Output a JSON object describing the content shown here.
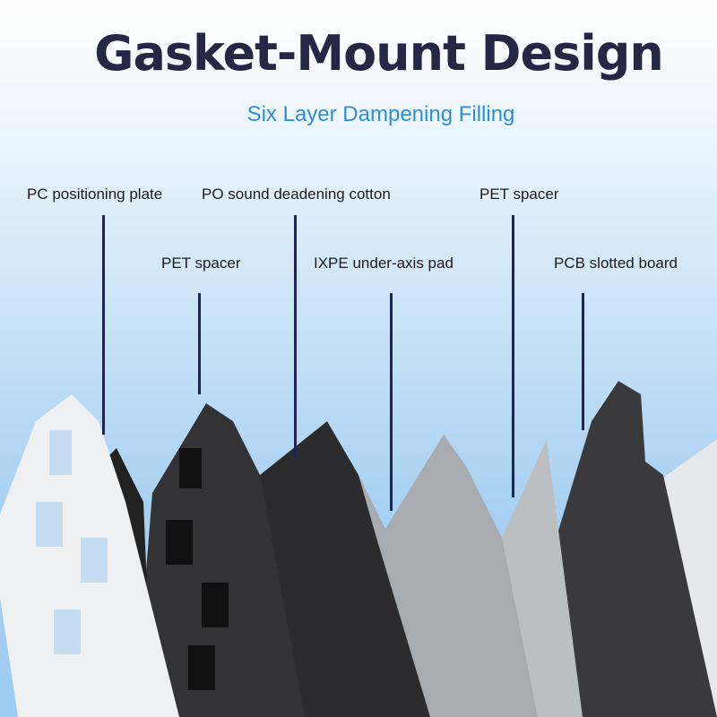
{
  "title": "Gasket-Mount Design",
  "subtitle": "Six Layer Dampening Filling",
  "labels": {
    "pc_plate": "PC positioning plate",
    "po_cotton": "PO sound deadening cotton",
    "pet_spacer_top": "PET spacer",
    "pet_spacer_left": "PET spacer",
    "ixpe_pad": "IXPE under-axis pad",
    "pcb_board": "PCB slotted board"
  },
  "colors": {
    "title": "#252845",
    "subtitle": "#2a8fe0",
    "leader": "#1e2550"
  }
}
